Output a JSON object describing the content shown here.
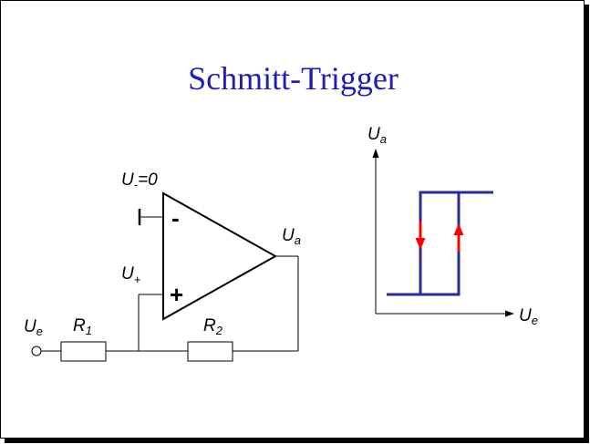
{
  "title": "Schmitt-Trigger",
  "circuit": {
    "label_u_minus": "U",
    "label_u_minus_sub": "-",
    "label_u_minus_rest": "=0",
    "label_u_plus": "U",
    "label_u_plus_sub": "+",
    "label_ua": "U",
    "label_ua_sub": "a",
    "label_ue": "U",
    "label_ue_sub": "e",
    "label_r1": "R",
    "label_r1_sub": "1",
    "label_r2": "R",
    "label_r2_sub": "2",
    "sign_minus": "-",
    "sign_plus": "+"
  },
  "graph": {
    "y_label": "U",
    "y_label_sub": "a",
    "x_label": "U",
    "x_label_sub": "e",
    "colors": {
      "curve": "#2828a0",
      "arrows": "#ff0000"
    }
  }
}
